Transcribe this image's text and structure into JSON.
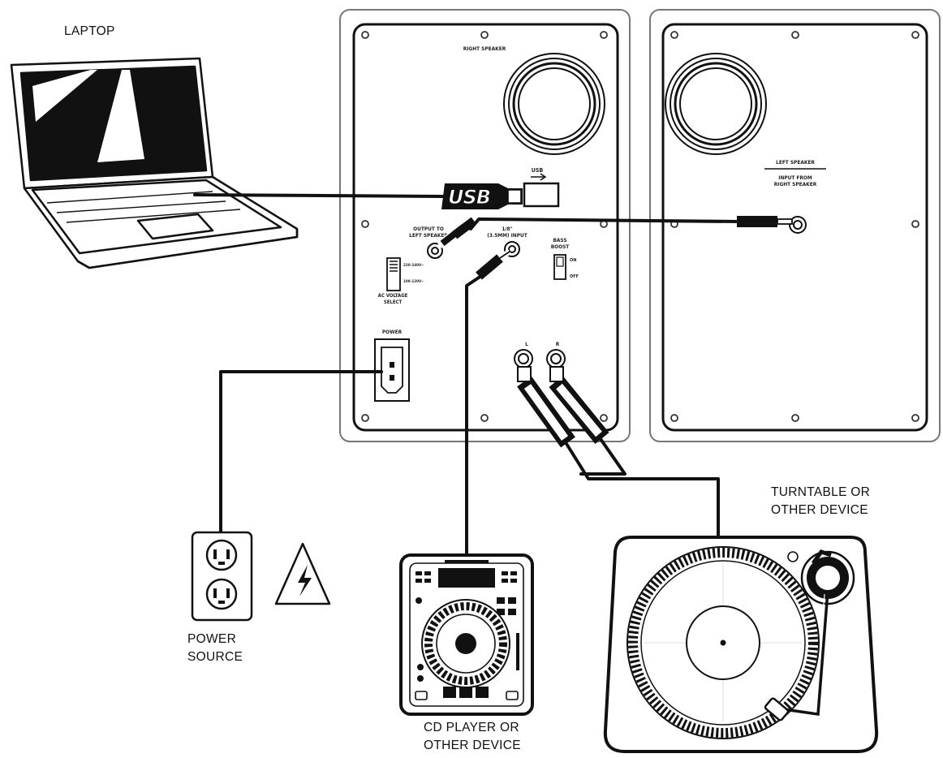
{
  "labels": {
    "laptop": "LAPTOP",
    "power_source": [
      "POWER",
      "SOURCE"
    ],
    "cd_player": [
      "CD PLAYER OR",
      "OTHER DEVICE"
    ],
    "turntable": [
      "TURNTABLE OR",
      "OTHER DEVICE"
    ],
    "usb_logo": "USB"
  },
  "right_speaker_panel": {
    "title": "RIGHT SPEAKER",
    "usb_label": "USB",
    "output_label": [
      "OUTPUT TO",
      "LEFT SPEAKER"
    ],
    "aux_label": [
      "1/8\"",
      "(3.5MM) INPUT"
    ],
    "bass_boost_label": [
      "BASS",
      "BOOST"
    ],
    "bass_on": "ON",
    "bass_off": "OFF",
    "voltage_high": "220-240V~",
    "voltage_low": "100-120V~",
    "voltage_label": [
      "AC VOLTAGE",
      "SELECT"
    ],
    "power_label": "POWER",
    "rca_left": "L",
    "rca_right": "R"
  },
  "left_speaker_panel": {
    "title": "LEFT SPEAKER",
    "input_label": [
      "INPUT FROM",
      "RIGHT SPEAKER"
    ]
  }
}
